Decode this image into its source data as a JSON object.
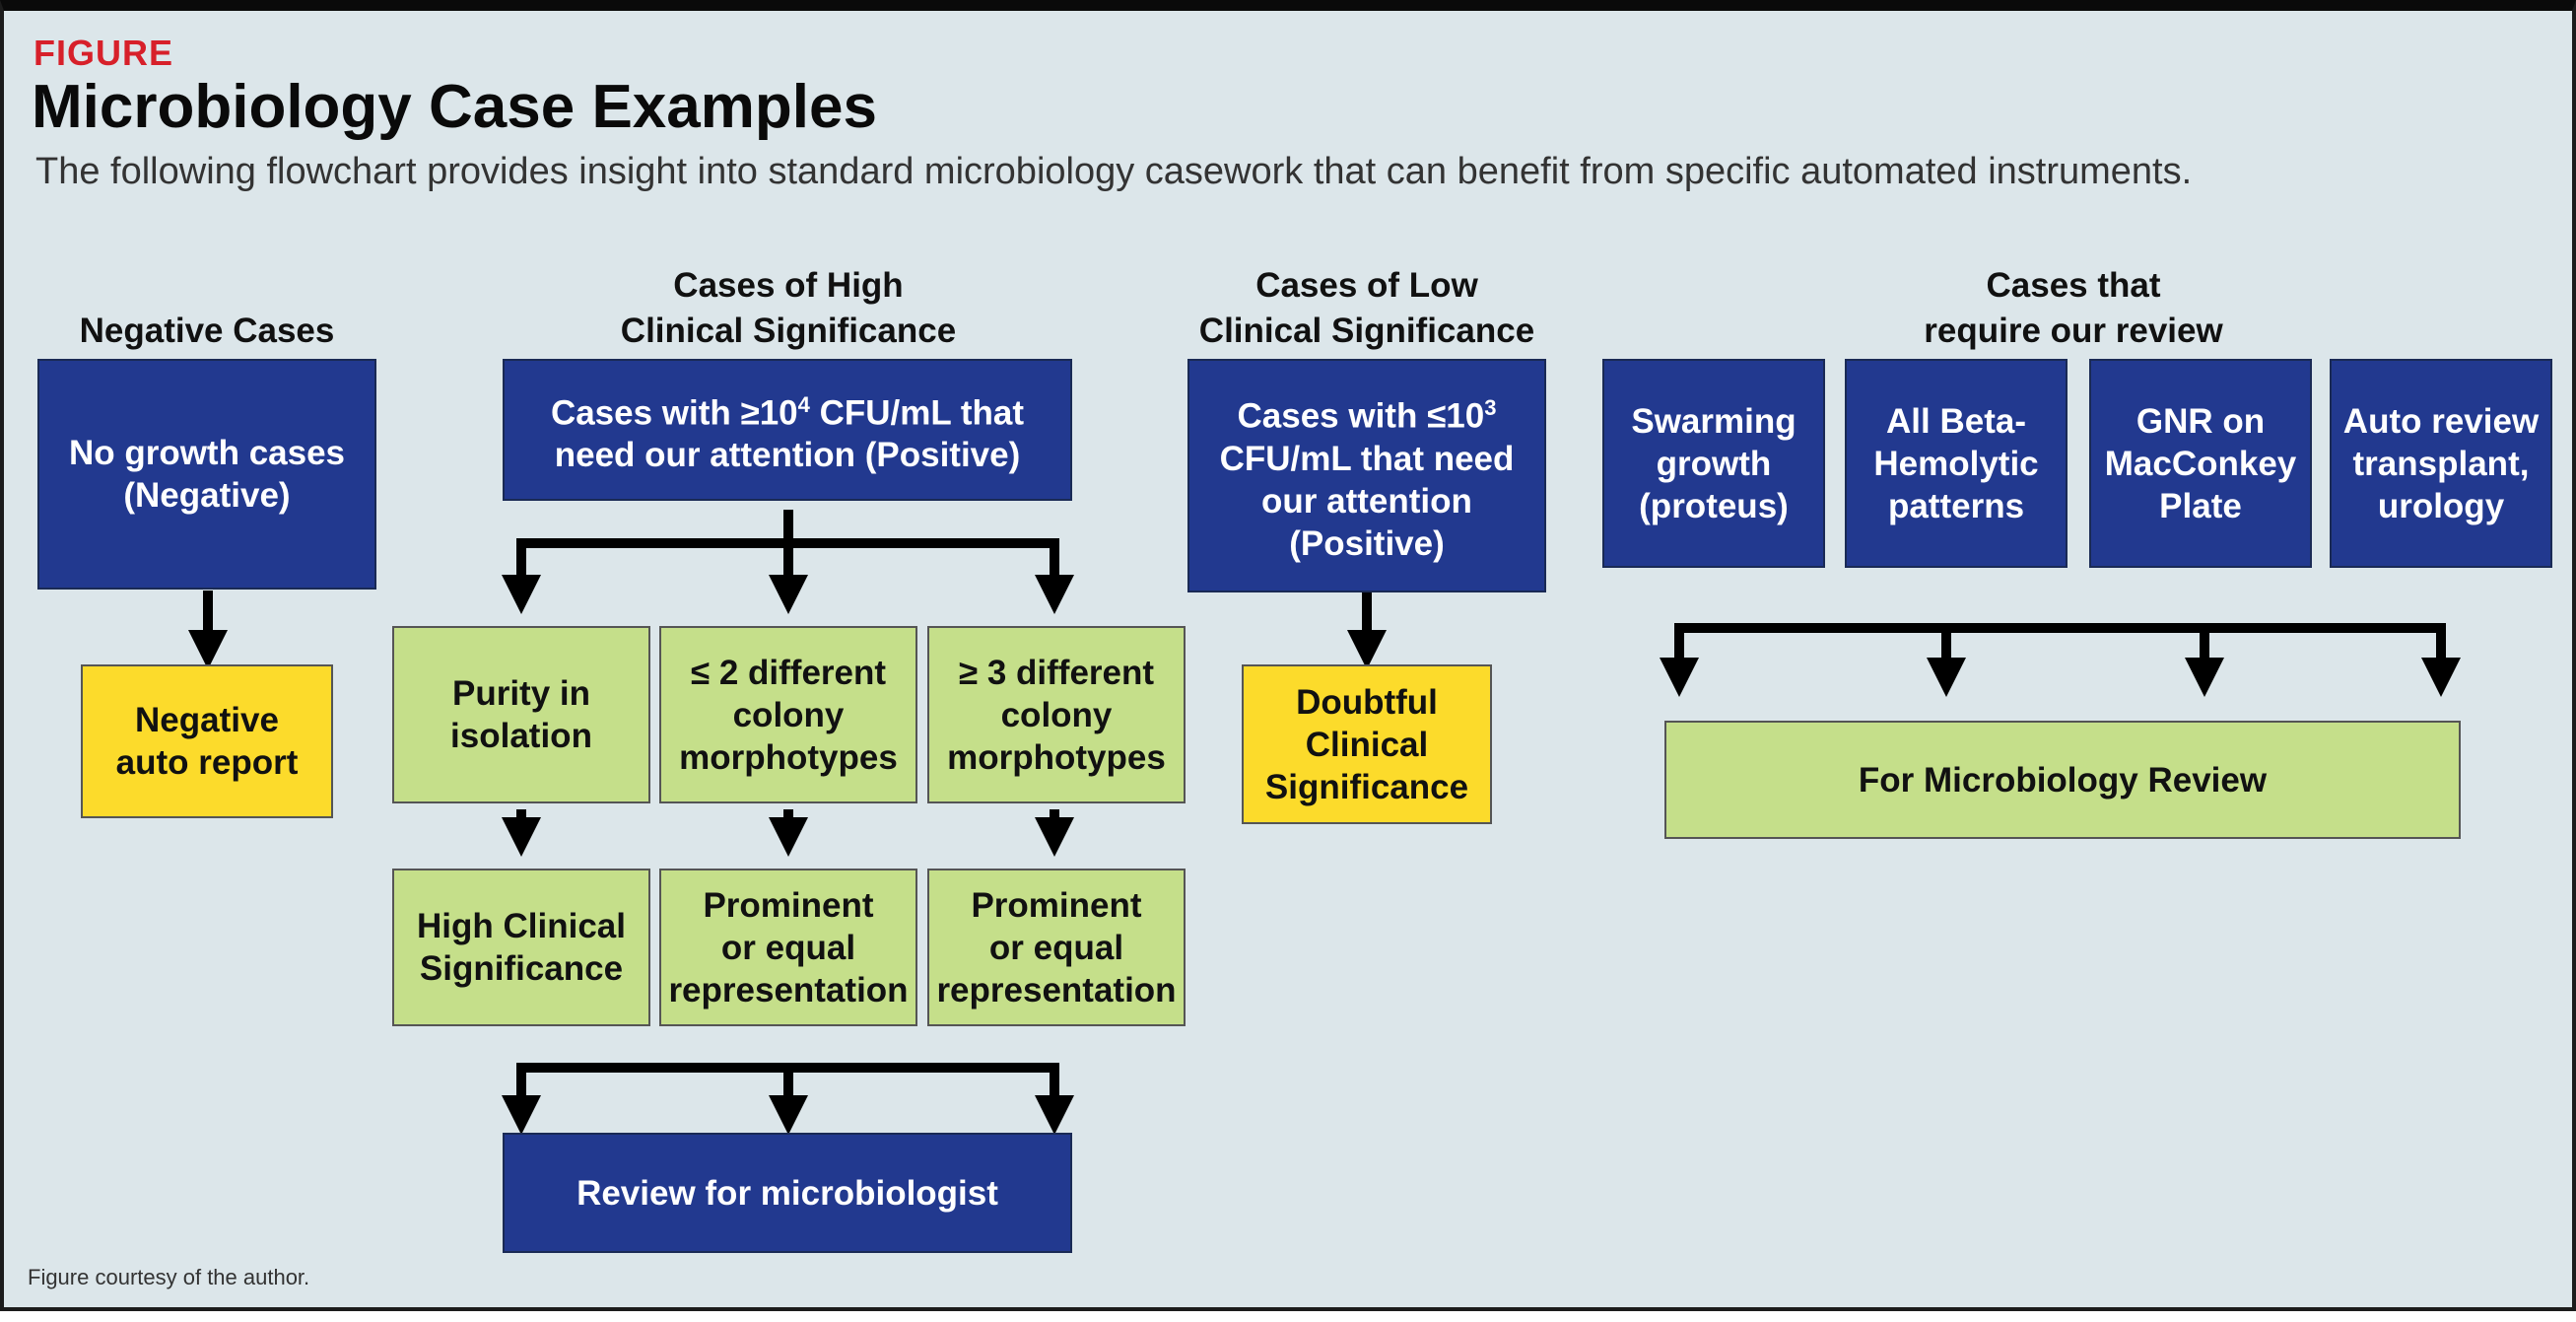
{
  "figure_tag": "FIGURE",
  "title": "Microbiology Case Examples",
  "subtitle": "The following flowchart provides insight into standard microbiology casework that can benefit from specific automated instruments.",
  "credit": "Figure courtesy of the author.",
  "colors": {
    "blue": "#22398f",
    "green": "#c5df8a",
    "yellow": "#fcdb2b",
    "background": "#dce6ea",
    "accent_red": "#d7202a"
  },
  "columns": {
    "negative": {
      "header": "Negative Cases",
      "source": "No growth cases\n(Negative)",
      "result": "Negative\nauto report"
    },
    "high": {
      "header": "Cases of High\nClinical Significance",
      "source_pre": "Cases with ≥10",
      "source_sup": "4",
      "source_post": " CFU/mL that\nneed our attention (Positive)",
      "branches": [
        "Purity in\nisolation",
        "≤ 2 different\ncolony\nmorphotypes",
        "≥ 3 different\ncolony\nmorphotypes"
      ],
      "outcomes": [
        "High Clinical\nSignificance",
        "Prominent\nor equal\nrepresentation",
        "Prominent\nor equal\nrepresentation"
      ],
      "final": "Review for microbiologist"
    },
    "low": {
      "header": "Cases of Low\nClinical Significance",
      "source_pre": "Cases with ≤10",
      "source_sup": "3",
      "source_post": "\nCFU/mL that need\nour attention\n(Positive)",
      "result": "Doubtful\nClinical\nSignificance"
    },
    "review": {
      "header": "Cases that\nrequire our review",
      "items": [
        "Swarming\ngrowth\n(proteus)",
        "All Beta-\nHemolytic\npatterns",
        "GNR on\nMacConkey\nPlate",
        "Auto review\ntransplant,\nurology"
      ],
      "final": "For Microbiology Review"
    }
  }
}
